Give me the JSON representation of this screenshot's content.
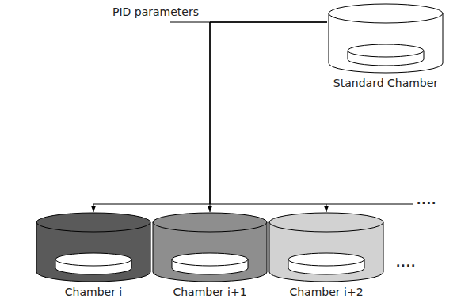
{
  "diagram": {
    "nodes": [
      {
        "text": [
          "Standard Chamber"
        ]
      },
      {
        "text": [
          "Chamber i"
        ]
      },
      {
        "text": [
          "Chamber i+1"
        ]
      },
      {
        "text": [
          "Chamber i+2"
        ]
      }
    ],
    "edges": [
      {
        "from": 0,
        "to": 1,
        "arrow": "to"
      },
      {
        "from": 0,
        "to": 2,
        "arrow": "to"
      },
      {
        "from": 0,
        "to": 3,
        "arrow": "to"
      }
    ],
    "labels": [
      "PID parameters",
      "····",
      "····"
    ]
  }
}
